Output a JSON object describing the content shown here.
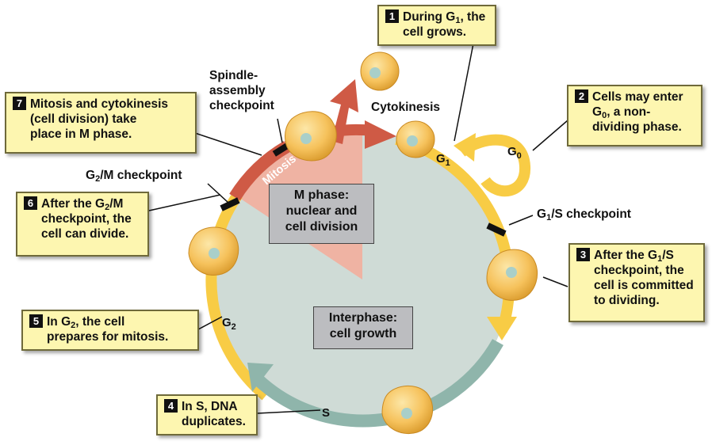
{
  "callouts": {
    "c1": {
      "num": "1",
      "text1": "During G",
      "sub1": "1",
      "text2": ", the",
      "line2": "cell grows."
    },
    "c2": {
      "num": "2",
      "line1": "Cells may enter",
      "line2a": "G",
      "sub": "0",
      "line2b": ", a non-",
      "line3": "dividing phase."
    },
    "c3": {
      "num": "3",
      "line1a": "After the G",
      "sub": "1",
      "line1b": "/S",
      "line2": "checkpoint, the",
      "line3": "cell is committed",
      "line4": "to dividing."
    },
    "c4": {
      "num": "4",
      "line1": "In S, DNA",
      "line2": "duplicates."
    },
    "c5": {
      "num": "5",
      "line1a": "In G",
      "sub": "2",
      "line1b": ", the cell",
      "line2": "prepares for mitosis."
    },
    "c6": {
      "num": "6",
      "line1a": "After the G",
      "sub": "2",
      "line1b": "/M",
      "line2": "checkpoint, the",
      "line3": "cell can divide."
    },
    "c7": {
      "num": "7",
      "line1": "Mitosis and cytokinesis",
      "line2": "(cell division) take",
      "line3": "place in M phase."
    }
  },
  "labels": {
    "spindle1": "Spindle-",
    "spindle2": "assembly",
    "spindle3": "checkpoint",
    "cytokinesis": "Cytokinesis",
    "g2m_a": "G",
    "g2m_sub": "2",
    "g2m_b": "/M checkpoint",
    "g1s_a": "G",
    "g1s_sub": "1",
    "g1s_b": "/S checkpoint",
    "mitosis": "Mitosis",
    "g1_a": "G",
    "g1_sub": "1",
    "g0_a": "G",
    "g0_sub": "0",
    "g2_a": "G",
    "g2_sub": "2",
    "s": "S"
  },
  "boxes": {
    "mphase1": "M phase:",
    "mphase2": "nuclear and",
    "mphase3": "cell division",
    "interphase1": "Interphase:",
    "interphase2": "cell growth"
  },
  "colors": {
    "interphase_fill": "#cfdbd6",
    "mphase_wedge": "#efb3a3",
    "g1_arc": "#f8cc45",
    "s_arc": "#8fb5ab",
    "mitosis_arc": "#cf5a45",
    "callout_bg": "#fdf6b0",
    "cell_fill": "#f7c061",
    "nucleus": "#a9cfc9"
  }
}
